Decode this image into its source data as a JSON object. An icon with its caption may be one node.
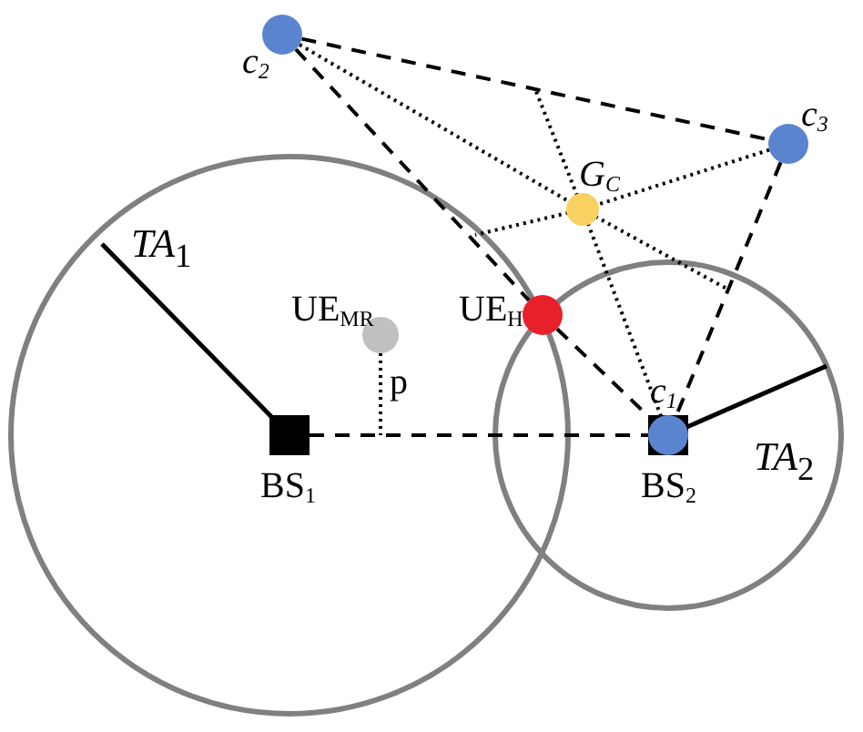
{
  "diagram": {
    "nodes": [
      {
        "text": [
          "c$_{2}$"
        ]
      },
      {
        "text": [
          "c$_{3}$"
        ]
      },
      {
        "text": [
          "G$_{C}$"
        ]
      },
      {
        "text": [
          "UE$_{H}$"
        ]
      },
      {
        "text": [
          "UE$_{MR}$"
        ]
      },
      {
        "text": [
          "BS$_{1}$"
        ]
      },
      {
        "text": [
          "c$_{1}$"
        ]
      },
      {
        "text": [
          "BS$_{2}$"
        ]
      }
    ],
    "edges": [
      {
        "from": 0,
        "to": 1,
        "arrow": "none",
        "style": "dashed"
      },
      {
        "from": 0,
        "to": 3,
        "arrow": "none",
        "style": "dashed"
      },
      {
        "from": 3,
        "to": 6,
        "arrow": "none",
        "style": "dashed"
      },
      {
        "from": 1,
        "to": 6,
        "arrow": "none",
        "style": "dashed"
      },
      {
        "from": 5,
        "to": 7,
        "arrow": "none",
        "style": "dashed"
      },
      {
        "from": 0,
        "to": 2,
        "arrow": "none"
      },
      {
        "from": 1,
        "to": 2,
        "arrow": "none"
      },
      {
        "from": 6,
        "to": 2,
        "arrow": "none"
      },
      {
        "from": 4,
        "to": null,
        "arrow": "none",
        "label": "p"
      }
    ],
    "labels": [
      "*TA*$_{1}$",
      "*TA*$_{2}$"
    ]
  }
}
